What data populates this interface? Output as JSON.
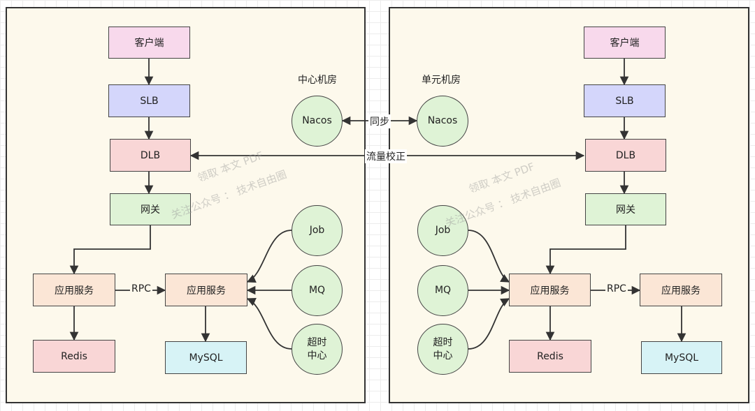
{
  "left": {
    "room_label": "中心机房",
    "client": "客户端",
    "slb": "SLB",
    "dlb": "DLB",
    "gateway": "网关",
    "app_service_a": "应用服务",
    "app_service_b": "应用服务",
    "redis": "Redis",
    "mysql": "MySQL",
    "job": "Job",
    "mq": "MQ",
    "timeout_center": "超时\n中心",
    "nacos": "Nacos",
    "rpc": "RPC"
  },
  "right": {
    "room_label": "单元机房",
    "client": "客户端",
    "slb": "SLB",
    "dlb": "DLB",
    "gateway": "网关",
    "app_service_a": "应用服务",
    "app_service_b": "应用服务",
    "redis": "Redis",
    "mysql": "MySQL",
    "job": "Job",
    "mq": "MQ",
    "timeout_center": "超时\n中心",
    "nacos": "Nacos",
    "rpc": "RPC"
  },
  "links": {
    "sync": "同步",
    "traffic_correction": "流量校正"
  },
  "watermark": {
    "line1": "领取 本文 PDF",
    "line2": "关注公众号 ： 技术自由圈"
  }
}
